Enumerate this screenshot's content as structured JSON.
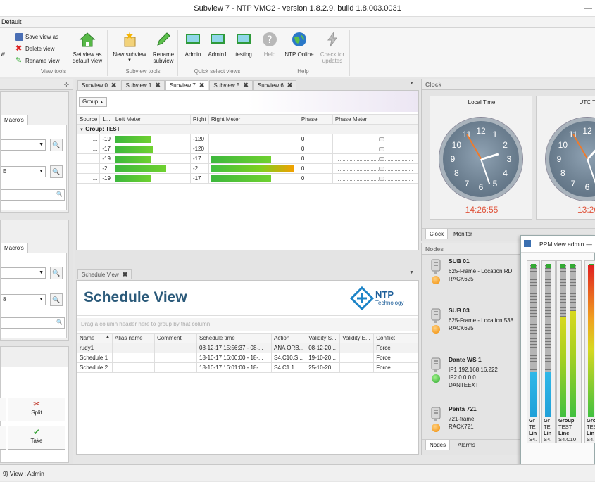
{
  "window": {
    "title": "Subview 7 - NTP VMC2 - version 1.8.2.9. build 1.8.003.0031",
    "minimize": "—"
  },
  "menu": {
    "item": "Default"
  },
  "ribbon": {
    "view_tools": {
      "label": "View tools",
      "partial": "w",
      "save": "Save view as",
      "delete": "Delete view",
      "rename": "Rename view",
      "set_default": "Set view as default view"
    },
    "subview_tools": {
      "label": "Subview tools",
      "new": "New subview",
      "rename": "Rename subview"
    },
    "quick_select": {
      "label": "Quick select views",
      "admin": "Admin",
      "admin1": "Admin1",
      "testing": "testing"
    },
    "help": {
      "label": "Help",
      "help": "Help",
      "ntp_online": "NTP Online",
      "check": "Check for updates"
    }
  },
  "left": {
    "macros_tab": "Macro's",
    "macros_tab2": "Macro's",
    "combo_value": "E",
    "combo_value2": "8",
    "split": "Split",
    "take": "Take"
  },
  "subview_tabs": [
    "Subview 0",
    "Subview 1",
    "Subview 7",
    "Subview 5",
    "Subview 6"
  ],
  "meters": {
    "group_button": "Group",
    "columns": [
      "Source",
      "L...",
      "Left Meter",
      "Right",
      "Right Meter",
      "Phase",
      "Phase Meter"
    ],
    "group_label": "Group: TEST",
    "rows": [
      {
        "source": "...",
        "left": "-19",
        "left_level": 0.5,
        "right": "-120",
        "right_level": 0,
        "phase": "0",
        "phase_pos": 0.5
      },
      {
        "source": "...",
        "left": "-17",
        "left_level": 0.52,
        "right": "-120",
        "right_level": 0,
        "phase": "0",
        "phase_pos": 0.5
      },
      {
        "source": "...",
        "left": "-19",
        "left_level": 0.5,
        "right": "-17",
        "right_level": 0.7,
        "phase": "0",
        "phase_pos": 0.5
      },
      {
        "source": "...",
        "left": "-2",
        "left_level": 0.7,
        "right": "-2",
        "right_level": 0.97,
        "phase": "0",
        "phase_pos": 0.5
      },
      {
        "source": "...",
        "left": "-19",
        "left_level": 0.5,
        "right": "-17",
        "right_level": 0.7,
        "phase": "0",
        "phase_pos": 0.5
      }
    ]
  },
  "schedule": {
    "tab": "Schedule View",
    "title": "Schedule View",
    "logo_text": "NTP",
    "logo_sub": "Technology",
    "group_hint": "Drag a column header here to group by that column",
    "columns": [
      "Name",
      "Alias name",
      "Comment",
      "Schedule time",
      "Action",
      "Validity S...",
      "Validity E...",
      "Conflict"
    ],
    "rows": [
      {
        "name": "rudy1",
        "alias": "",
        "comment": "",
        "time": "08-12-17 15:56:37 - 08-...",
        "action": "ANA ORB...",
        "vs": "08-12-20...",
        "ve": "",
        "conflict": "Force"
      },
      {
        "name": "Schedule 1",
        "alias": "",
        "comment": "",
        "time": "18-10-17 16:00:00 - 18-...",
        "action": "S4.C10.S...",
        "vs": "19-10-20...",
        "ve": "",
        "conflict": "Force"
      },
      {
        "name": "Schedule 2",
        "alias": "",
        "comment": "",
        "time": "18-10-17 16:01:00 - 18-...",
        "action": "S4.C1.1...",
        "vs": "25-10-20...",
        "ve": "",
        "conflict": "Force"
      }
    ]
  },
  "clock": {
    "panel": "Clock",
    "local_label": "Local Time",
    "utc_label": "UTC Ti",
    "local_time": "14:26:55",
    "utc_time": "13:26",
    "tabs": [
      "Clock",
      "Monitor"
    ],
    "time_color": "#e0533a"
  },
  "nodes": {
    "panel": "Nodes",
    "items": [
      {
        "name": "SUB 01",
        "l1": "625-Frame - Location RD",
        "l2": "RACK625",
        "l3": "",
        "status": "orange"
      },
      {
        "name": "SUB 03",
        "l1": "625-Frame - Location 538",
        "l2": "RACK625",
        "l3": "",
        "status": "orange"
      },
      {
        "name": "Dante WS 1",
        "l1": "IP1  192.168.16.222",
        "l2": "IP2  0.0.0.0",
        "l3": "DANTEEXT",
        "status": "green"
      },
      {
        "name": "Penta 721",
        "l1": "721-frame",
        "l2": "RACK721",
        "l3": "",
        "status": "orange"
      }
    ],
    "tabs": [
      "Nodes",
      "Alarms"
    ]
  },
  "ppm": {
    "title": "PPM view admin",
    "minimize": "—",
    "columns": [
      {
        "l1": "Gr",
        "l2": "TE",
        "l3": "Lin",
        "l4": "S4.",
        "left": 0.3,
        "right": 0.3
      },
      {
        "l1": "Gr",
        "l2": "TE",
        "l3": "Lin",
        "l4": "S4.",
        "left": 0.3,
        "right": 0.3
      },
      {
        "l1": "Group",
        "l2": "TEST",
        "l3": "Line",
        "l4": "S4.C10",
        "left": 0.66,
        "right": 0.7
      },
      {
        "l1": "Gro",
        "l2": "TES",
        "l3": "Lin",
        "l4": "S4.",
        "left": 1.0,
        "right": 1.0
      }
    ]
  },
  "status": {
    "text": "9}   View :   Admin"
  }
}
